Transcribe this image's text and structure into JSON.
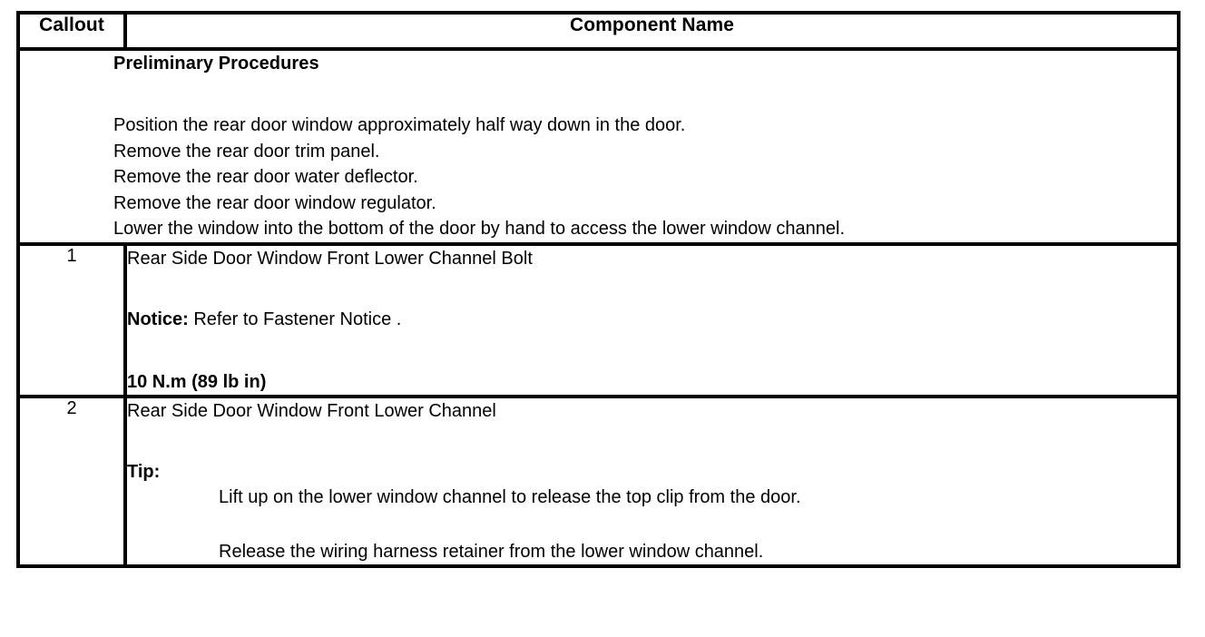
{
  "table": {
    "headers": {
      "callout": "Callout",
      "component_name": "Component Name"
    },
    "preliminary": {
      "title": "Preliminary Procedures",
      "steps": [
        "Position the rear door window approximately half way down in the door.",
        "Remove the rear door trim panel.",
        "Remove the rear door water deflector.",
        "Remove the rear door window regulator.",
        "Lower the window into the bottom of the door by hand to access the lower window channel."
      ]
    },
    "rows": [
      {
        "callout": "1",
        "title": "Rear Side Door Window Front Lower Channel Bolt",
        "notice_label": "Notice:",
        "notice_text": " Refer to Fastener Notice .",
        "torque": "10 N.m (89 lb in)"
      },
      {
        "callout": "2",
        "title": "Rear Side Door Window Front Lower Channel",
        "tip_label": "Tip:",
        "tip_lines": [
          "Lift up on the lower window channel to release the top clip from the door.",
          "Release the wiring harness retainer from the lower window channel."
        ]
      }
    ]
  }
}
